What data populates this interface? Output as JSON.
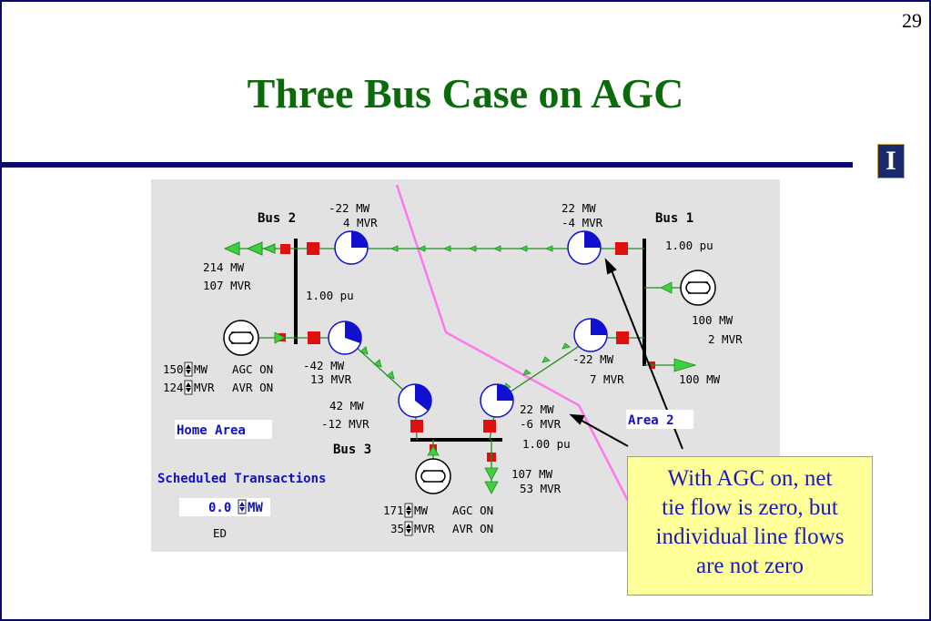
{
  "slide": {
    "number": "29",
    "title": "Three Bus Case on AGC"
  },
  "logo": {
    "letter": "I"
  },
  "diagram": {
    "bus2": {
      "name": "Bus 2",
      "voltage": "1.00 pu",
      "load_mw": "214 MW",
      "load_mvr": "107 MVR",
      "gen_mw_value": "150",
      "gen_mw_unit": "MW",
      "gen_mvr_value": "124",
      "gen_mvr_unit": "MVR",
      "agc": "AGC ON",
      "avr": "AVR ON"
    },
    "bus1": {
      "name": "Bus 1",
      "voltage": "1.00 pu",
      "gen_mw": "100 MW",
      "gen_mvr": "2 MVR",
      "load_mw": "100 MW"
    },
    "bus3": {
      "name": "Bus 3",
      "voltage": "1.00 pu",
      "load_mw": "107 MW",
      "load_mvr": "53 MVR",
      "gen_mw_value": "171",
      "gen_mw_unit": "MW",
      "gen_mvr_value": "35",
      "gen_mvr_unit": "MVR",
      "agc": "AGC ON",
      "avr": "AVR ON"
    },
    "flows": {
      "b2_b1_at_b2_mw": "-22 MW",
      "b2_b1_at_b2_mvr": "4 MVR",
      "b2_b1_at_b1_mw": "22 MW",
      "b2_b1_at_b1_mvr": "-4 MVR",
      "b2_b3_at_b2_mw": "-42 MW",
      "b2_b3_at_b2_mvr": "13 MVR",
      "b2_b3_at_b3_mw": "42 MW",
      "b2_b3_at_b3_mvr": "-12 MVR",
      "b1_b3_at_b1_mw": "-22 MW",
      "b1_b3_at_b1_mvr": "7 MVR",
      "b1_b3_at_b3_mw": "22 MW",
      "b1_b3_at_b3_mvr": "-6 MVR"
    },
    "home_area_label": "Home Area",
    "area2_label": "Area 2",
    "scheduled_label": "Scheduled Transactions",
    "scheduled_value": "0.0",
    "scheduled_unit": "MW",
    "ed_label": "ED",
    "colors": {
      "line": "#1f8f1f",
      "arrow_fill": "#3fd03f",
      "breaker": "#e01010",
      "pie": "#1010d0",
      "boundary": "#ff77ee",
      "callout_text": "#1a1ab4"
    }
  },
  "callout": {
    "line1": "With AGC on, net",
    "line2": "tie flow is zero, but",
    "line3": "individual line flows",
    "line4": "are not zero"
  }
}
